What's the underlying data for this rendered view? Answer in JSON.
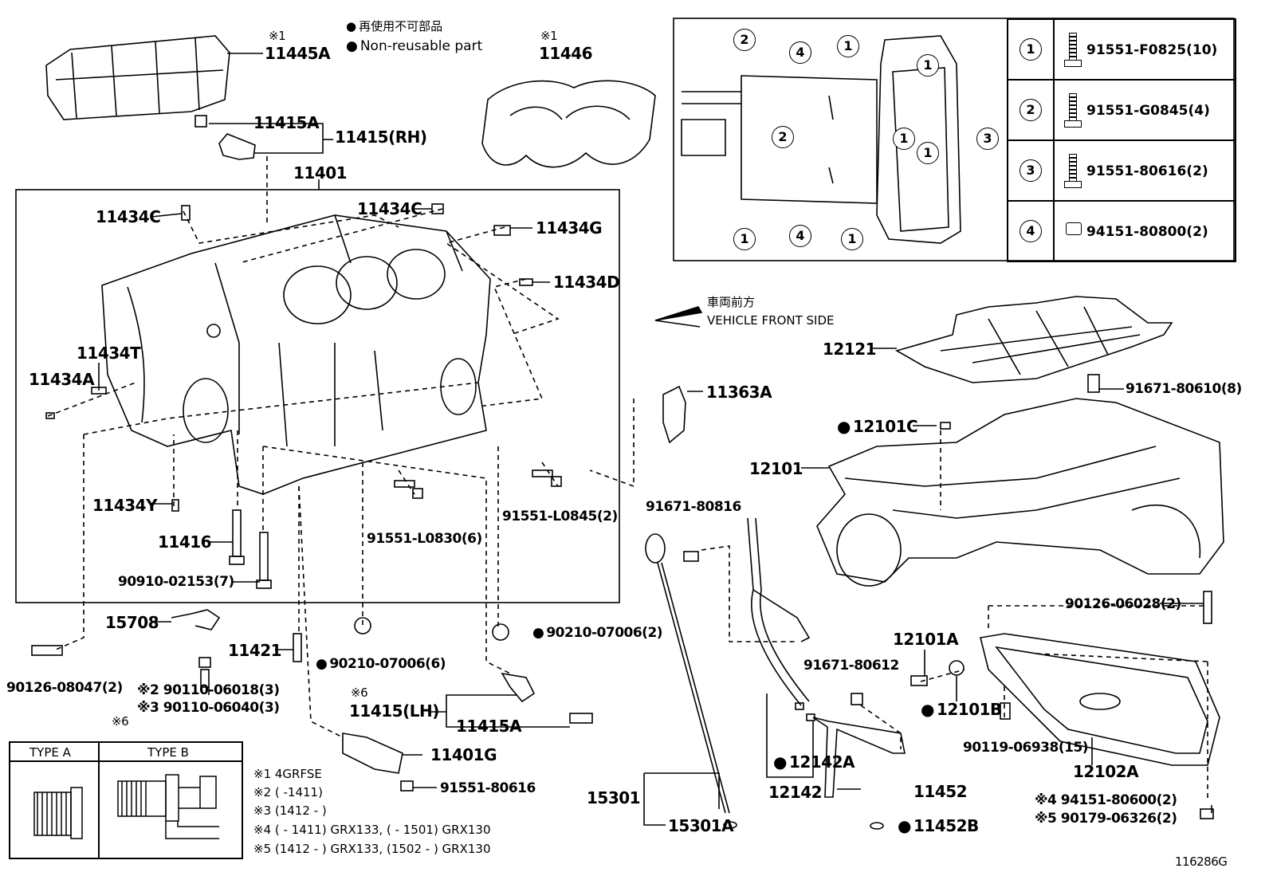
{
  "legend_notes": {
    "nonreusable_jp": "再使用不可部品",
    "nonreusable_en": "Non-reusable part",
    "front_jp": "車両前方",
    "front_en": "VEHICLE FRONT SIDE"
  },
  "labels": {
    "l11445A_star": "※1",
    "l11445A": "11445A",
    "l11446_star": "※1",
    "l11446": "11446",
    "l11415A_top": "11415A",
    "l11415RH": "11415(RH)",
    "l11401": "11401",
    "l11434C_a": "11434C",
    "l11434C_b": "11434C",
    "l11434G": "11434G",
    "l11434D": "11434D",
    "l11434T": "11434T",
    "l11434A": "11434A",
    "l11434Y": "11434Y",
    "l11416": "11416",
    "l90910": "90910-02153(7)",
    "l91551L0830": "91551-L0830(6)",
    "l91551L0845": "91551-L0845(2)",
    "l15708": "15708",
    "l11421": "11421",
    "l90126_08047": "90126-08047(2)",
    "l90110_06018": "※2 90110-06018(3)",
    "l90110_06040": "※3 90110-06040(3)",
    "l90210_6": "90210-07006(6)",
    "l90210_2": "90210-07006(2)",
    "l11415LH_star": "※6",
    "l11415LH": "11415(LH)",
    "l11415A_bot": "11415A",
    "l11401G": "11401G",
    "l91551_80616": "91551-80616",
    "l11363A": "11363A",
    "l12121": "12121",
    "l91671_80610": "91671-80610(8)",
    "l12101C": "12101C",
    "l12101": "12101",
    "l91671_80816": "91671-80816",
    "l15301": "15301",
    "l15301A": "15301A",
    "l90126_06028": "90126-06028(2)",
    "l12101A": "12101A",
    "l91671_80612": "91671-80612",
    "l12101B": "12101B",
    "l90119": "90119-06938(15)",
    "l12102A": "12102A",
    "l12142A": "12142A",
    "l12142": "12142",
    "l11452": "11452",
    "l11452B": "11452B",
    "l94151_80600": "※4 94151-80600(2)",
    "l90179": "※5 90179-06326(2)",
    "figure_id": "116286G"
  },
  "bolt_table": [
    {
      "num": "1",
      "part": "91551-F0825(10)"
    },
    {
      "num": "2",
      "part": "91551-G0845(4)"
    },
    {
      "num": "3",
      "part": "91551-80616(2)"
    },
    {
      "num": "4",
      "part": "94151-80800(2)"
    }
  ],
  "inset_callouts": [
    "2",
    "4",
    "1",
    "1",
    "2",
    "1",
    "3",
    "1",
    "1",
    "4",
    "1"
  ],
  "type_box": {
    "star": "※6",
    "type_a": "TYPE A",
    "type_b": "TYPE B"
  },
  "footnotes": [
    "※1 4GRFSE",
    "※2 (      -1411)",
    "※3 (1412 -       )",
    "※4 (      - 1411) GRX133, (      - 1501) GRX130",
    "※5 (1412 -       ) GRX133, (1502 -       ) GRX130"
  ]
}
